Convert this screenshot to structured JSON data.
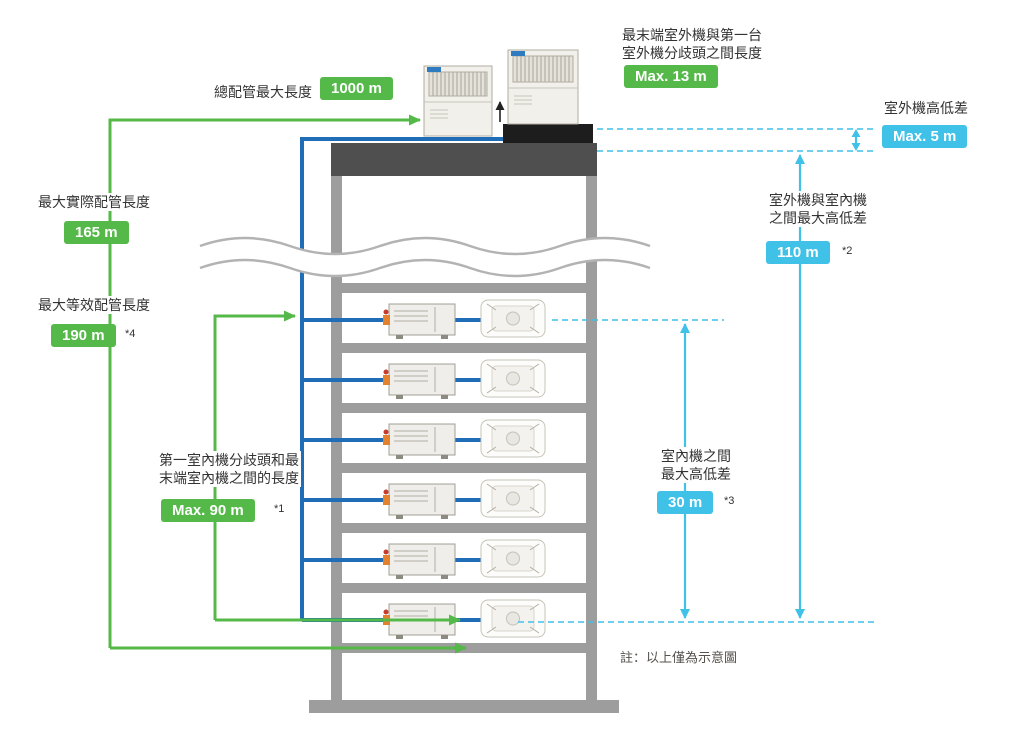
{
  "colors": {
    "green": "#54b948",
    "cyan": "#3fc1e8",
    "pipe_blue": "#1e6db6",
    "building_gray": "#9d9d9d",
    "platform_dark": "#4f4f4f",
    "base_black": "#1d1d1d",
    "text": "#333333"
  },
  "building": {
    "outdoor_unit_count": 2,
    "indoor_unit_floor_count": 6
  },
  "annotations": {
    "total_piping": {
      "label": "總配管最大長度",
      "value": "1000 m"
    },
    "outdoor_branch": {
      "label_line1": "最末端室外機與第一台",
      "label_line2": "室外機分歧頭之間長度",
      "value": "Max. 13 m"
    },
    "outdoor_height_diff": {
      "label": "室外機高低差",
      "value": "Max. 5 m"
    },
    "max_actual_piping": {
      "label": "最大實際配管長度",
      "value": "165 m"
    },
    "max_equivalent_piping": {
      "label": "最大等效配管長度",
      "value": "190 m",
      "footnote": "*4"
    },
    "outdoor_indoor_height_diff": {
      "label_line1": "室外機與室內機",
      "label_line2": "之間最大高低差",
      "value": "110 m",
      "footnote": "*2"
    },
    "indoor_branch_length": {
      "label_line1": "第一室內機分歧頭和最",
      "label_line2": "末端室內機之間的長度",
      "value": "Max. 90 m",
      "footnote": "*1"
    },
    "indoor_height_diff": {
      "label_line1": "室內機之間",
      "label_line2": "最大高低差",
      "value": "30 m",
      "footnote": "*3"
    },
    "note": "註：以上僅為示意圖"
  }
}
